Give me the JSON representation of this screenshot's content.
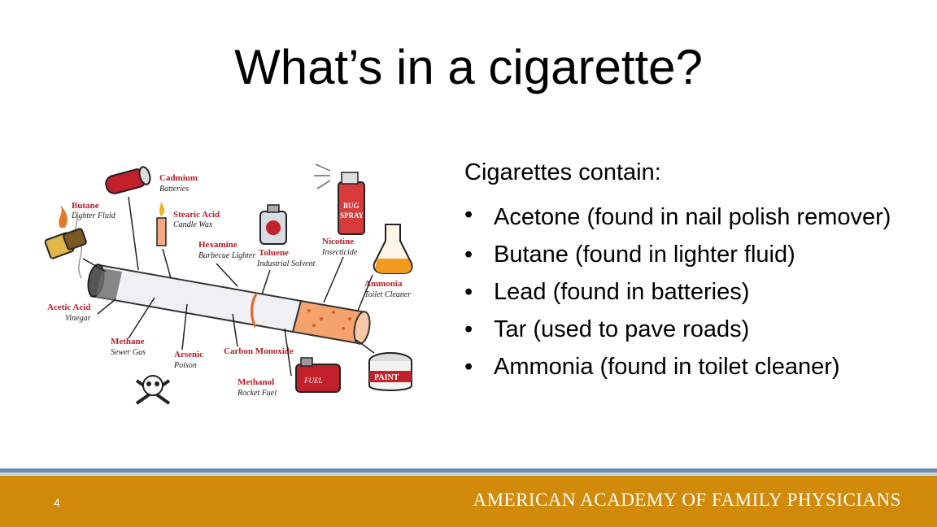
{
  "slide": {
    "title": "What’s in a cigarette?",
    "intro": "Cigarettes contain:",
    "bullets": [
      "Acetone (found in nail polish remover)",
      "Butane (found in lighter fluid)",
      "Lead (found in batteries)",
      "Tar (used to pave roads)",
      "Ammonia (found in toilet cleaner)"
    ],
    "bullet_glyph": "•"
  },
  "illustration": {
    "labels": [
      {
        "name": "Cadmium",
        "use": "Batteries"
      },
      {
        "name": "Butane",
        "use": "Lighter Fluid"
      },
      {
        "name": "Stearic Acid",
        "use": "Candle Wax"
      },
      {
        "name": "Hexamine",
        "use": "Barbecue Lighter"
      },
      {
        "name": "Toluene",
        "use": "Industrial Solvent"
      },
      {
        "name": "Nicotine",
        "use": "Insecticide"
      },
      {
        "name": "Ammonia",
        "use": "Toilet Cleaner"
      },
      {
        "name": "Acetic Acid",
        "use": "Vinegar"
      },
      {
        "name": "Methane",
        "use": "Sewer Gas"
      },
      {
        "name": "Arsenic",
        "use": "Poison"
      },
      {
        "name": "Carbon Monoxide",
        "use": ""
      },
      {
        "name": "Methanol",
        "use": "Rocket Fuel"
      }
    ],
    "product_text": {
      "bug_spray_1": "BUG",
      "bug_spray_2": "SPRAY",
      "fuel": "FUEL",
      "paint": "PAINT"
    }
  },
  "footer": {
    "page_number": "4",
    "organization": "AMERICAN ACADEMY OF FAMILY PHYSICIANS"
  },
  "colors": {
    "footer_bar": "#d18a0a",
    "stripe_dark": "#6a8fa6",
    "stripe_light": "#c8d9e2",
    "label_red": "#b3202a"
  }
}
